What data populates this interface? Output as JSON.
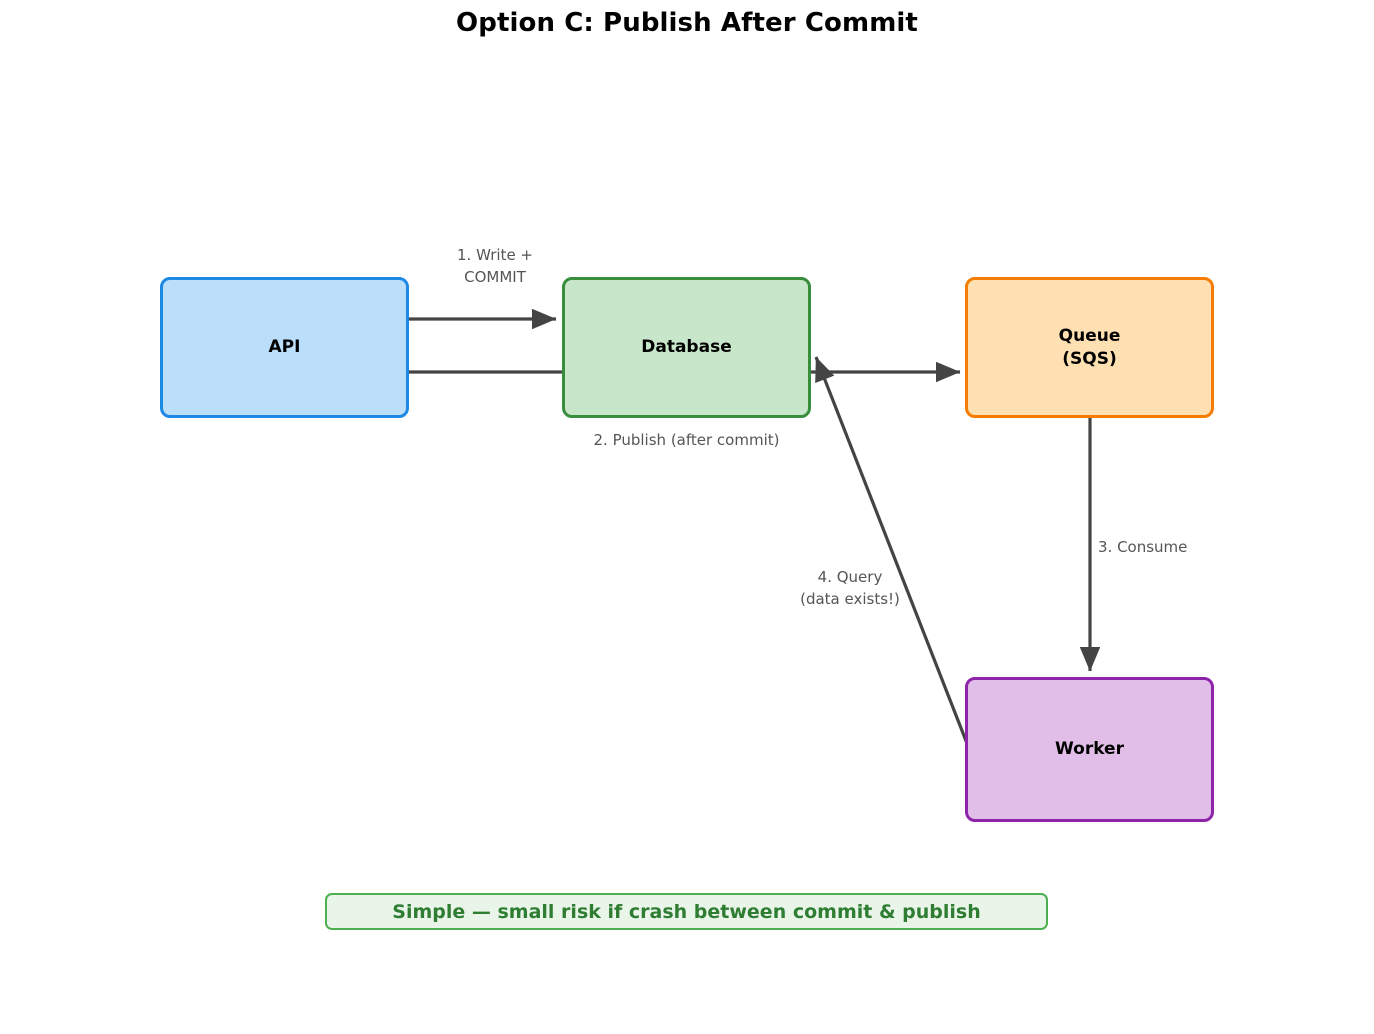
{
  "title": "Option C: Publish After Commit",
  "nodes": {
    "api": {
      "label": "API",
      "fill": "#bbdefb",
      "stroke": "#1e88e5"
    },
    "database": {
      "label": "Database",
      "fill": "#c8e6c9",
      "stroke": "#388e3c"
    },
    "queue": {
      "label": "Queue\n(SQS)",
      "fill": "#ffe0b2",
      "stroke": "#f57c00"
    },
    "worker": {
      "label": "Worker",
      "fill": "#e1bee7",
      "stroke": "#8e24aa"
    }
  },
  "edges": [
    {
      "id": "write",
      "label": "1. Write +\nCOMMIT",
      "from": "api",
      "to": "database"
    },
    {
      "id": "publish",
      "label": "2. Publish (after commit)",
      "from": "api",
      "to": "queue"
    },
    {
      "id": "consume",
      "label": "3. Consume",
      "from": "queue",
      "to": "worker"
    },
    {
      "id": "query",
      "label": "4. Query\n(data exists!)",
      "from": "worker",
      "to": "database"
    }
  ],
  "verdict": {
    "text": "Simple — small risk if crash between commit & publish",
    "text_color": "#2e7d32",
    "fill": "#eaf5ea",
    "stroke": "#4caf50"
  },
  "style": {
    "arrow_color": "#444444",
    "label_color": "#555555",
    "background": "#ffffff"
  },
  "chart_data": {
    "type": "diagram",
    "title": "Option C: Publish After Commit",
    "nodes": [
      "API",
      "Database",
      "Queue (SQS)",
      "Worker"
    ],
    "flows": [
      {
        "step": 1,
        "from": "API",
        "to": "Database",
        "label": "1. Write + COMMIT"
      },
      {
        "step": 2,
        "from": "API",
        "to": "Queue (SQS)",
        "label": "2. Publish (after commit)"
      },
      {
        "step": 3,
        "from": "Queue (SQS)",
        "to": "Worker",
        "label": "3. Consume"
      },
      {
        "step": 4,
        "from": "Worker",
        "to": "Database",
        "label": "4. Query (data exists!)"
      }
    ]
  }
}
